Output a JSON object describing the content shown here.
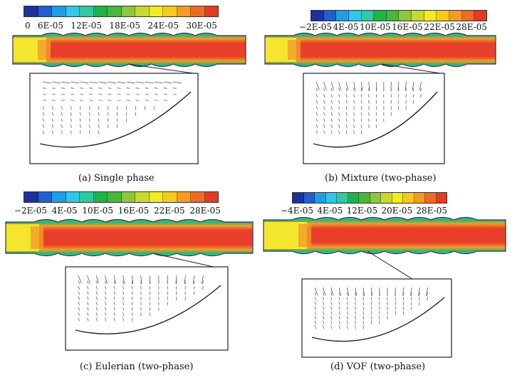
{
  "colors": {
    "scale": [
      "#1e2f9e",
      "#1f5fd0",
      "#1f9ee6",
      "#2fc8e8",
      "#2ec9a4",
      "#22b24a",
      "#47b83b",
      "#8dc63f",
      "#c9d82f",
      "#f2ea22",
      "#f7c81e",
      "#f59b22",
      "#ef6a24",
      "#e53a23"
    ],
    "channel_red": "#e8402a",
    "channel_orange": "#f39c2a",
    "channel_yellow": "#f3e62c",
    "channel_green": "#2fb56a",
    "channel_cyan": "#38c8d8",
    "channel_blue": "#2f6fd0",
    "arrow": "#6a5d7a"
  },
  "panels": [
    {
      "id": "a",
      "caption": "(a) Single phase",
      "ticks": [
        "0",
        "6E-05",
        "12E-05",
        "18E-05",
        "24E-05",
        "30E-05"
      ]
    },
    {
      "id": "b",
      "caption": "(b) Mixture (two-phase)",
      "ticks": [
        "−2E-05",
        "4E-05",
        "10E-05",
        "16E-05",
        "22E-05",
        "28E-05"
      ]
    },
    {
      "id": "c",
      "caption": "(c) Eulerian (two-phase)",
      "ticks": [
        "−2E-05",
        "4E-05",
        "10E-05",
        "16E-05",
        "22E-05",
        "28E-05"
      ]
    },
    {
      "id": "d",
      "caption": "(d) VOF (two-phase)",
      "ticks": [
        "−4E-05",
        "4E-05",
        "12E-05",
        "20E-05",
        "28E-05"
      ]
    }
  ]
}
